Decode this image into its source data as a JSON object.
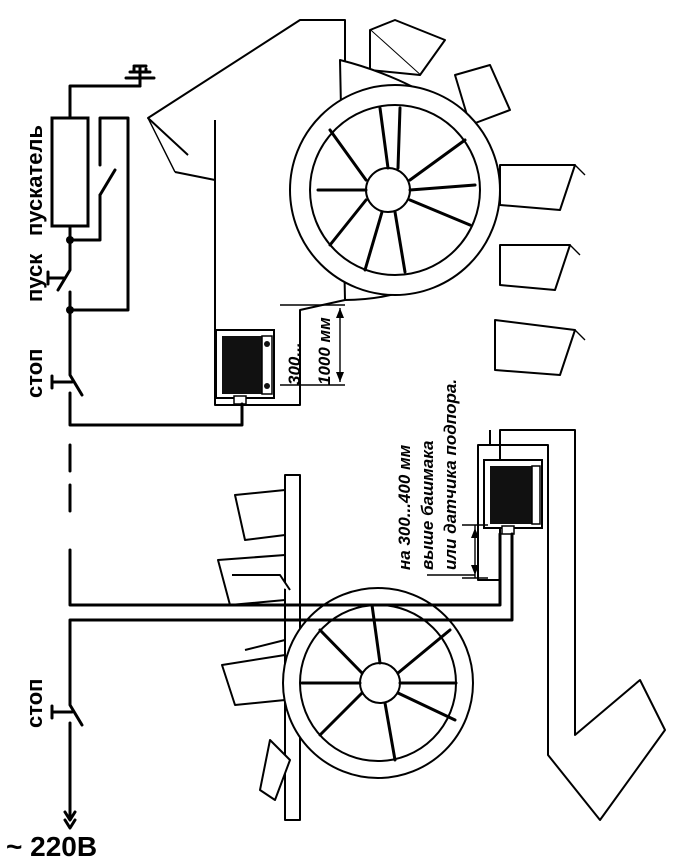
{
  "labels": {
    "starter": "пускатель",
    "start": "пуск",
    "stop_top": "стоп",
    "stop_bottom": "стоп",
    "supply": "~ 220В"
  },
  "dimensions": {
    "upper_line1": "300...",
    "upper_line2": "1000 мм",
    "lower_line1": "на 300...400 мм",
    "lower_line2": "выше  башмака",
    "lower_line3": "или датчика подпора."
  },
  "colors": {
    "line": "#000000",
    "sensor_body": "#111111",
    "background": "#ffffff"
  },
  "icons": [
    "ground-icon",
    "sensor-icon",
    "bucket-wheel-icon",
    "switch-icon"
  ]
}
